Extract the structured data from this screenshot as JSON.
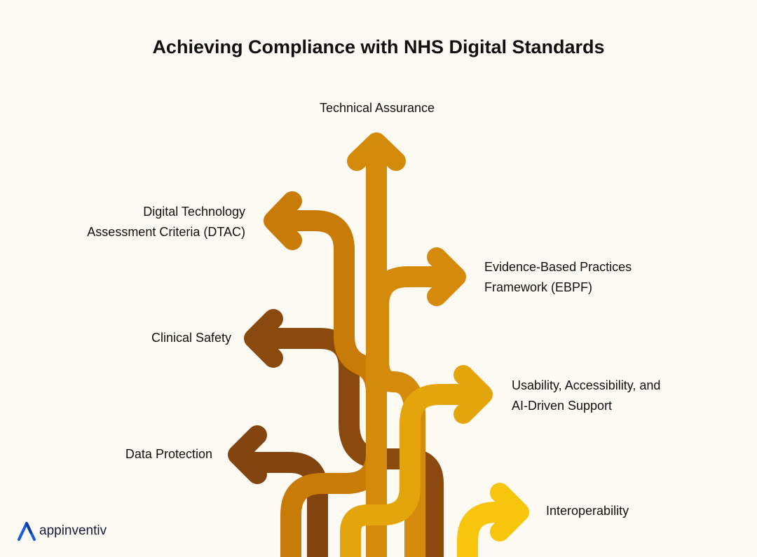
{
  "title": "Achieving Compliance with NHS Digital Standards",
  "labels": {
    "technical_assurance": "Technical Assurance",
    "dtac_line1": "Digital Technology",
    "dtac_line2": "Assessment Criteria (DTAC)",
    "ebpf_line1": "Evidence-Based Practices",
    "ebpf_line2": "Framework (EBPF)",
    "clinical_safety": "Clinical Safety",
    "usability_line1": "Usability, Accessibility, and",
    "usability_line2": "AI-Driven Support",
    "data_protection": "Data Protection",
    "interoperability": "Interoperability"
  },
  "logo": {
    "text": "appinventiv",
    "accent": "#1a5bd8"
  },
  "colors": {
    "background": "#fcfaf3",
    "technical_assurance": "#d48a0b",
    "dtac": "#c97b08",
    "ebpf": "#d58a0c",
    "clinical_safety": "#8a4a0e",
    "usability": "#e4a50c",
    "data_protection": "#834410",
    "interoperability": "#f6c50c"
  }
}
